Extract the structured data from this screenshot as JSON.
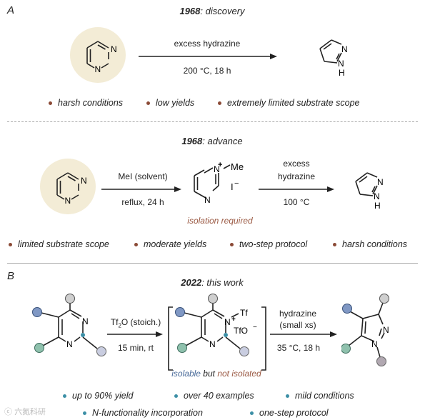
{
  "section_a": {
    "letter": "A",
    "header_year": "1968",
    "header_rest": ": discovery",
    "arrow_top": "excess hydrazine",
    "arrow_bottom": "200 °C, 18 h",
    "bullets": [
      "harsh conditions",
      "low yields",
      "extremely limited substrate scope"
    ]
  },
  "section_a2": {
    "header_year": "1968",
    "header_rest": ": advance",
    "arrow1_top": "MeI (solvent)",
    "arrow1_bottom": "reflux, 24 h",
    "intermediate_me": "Me",
    "intermediate_iodide": "I",
    "intermediate_note": "isolation required",
    "arrow2_top_line1": "excess",
    "arrow2_top_line2": "hydrazine",
    "arrow2_bottom": "100 °C",
    "bullets": [
      "limited substrate scope",
      "moderate yields",
      "two-step protocol",
      "harsh conditions"
    ]
  },
  "section_b": {
    "letter": "B",
    "header_year": "2022",
    "header_rest": ": this work",
    "arrow1_top_pre": "Tf",
    "arrow1_top_sub": "2",
    "arrow1_top_post": "O (stoich.)",
    "arrow1_bottom": "15 min, rt",
    "intermediate_tf": "Tf",
    "intermediate_tfo": "TfO",
    "arrow2_top_line1": "hydrazine",
    "arrow2_top_line2": "(small xs)",
    "arrow2_bottom": "35 °C, 18 h",
    "note_part1": "isolable",
    "note_part2": " but ",
    "note_part3": "not isolated",
    "bullets_row1": [
      "up to 90% yield",
      "over 40 examples",
      "mild conditions"
    ],
    "bullets_row2": [
      "N-functionality incorporation",
      "one-step protocol"
    ]
  },
  "atoms": {
    "N": "N",
    "H": "H",
    "plus": "+",
    "minus": "−"
  },
  "watermark": "六氮科研",
  "colors": {
    "brown_bullet": "#8b4a36",
    "teal_bullet": "#3c8fa6",
    "circle_bg": "#f3ecd6",
    "note_blue": "#4a6b9a",
    "note_brown": "#9b5a44",
    "sub_grey": "#cfcfcf",
    "sub_blue": "#8098c4",
    "sub_green": "#8fc1ad",
    "sub_grey_blue": "#c9cde0",
    "sub_mauve": "#b1a8b1"
  }
}
